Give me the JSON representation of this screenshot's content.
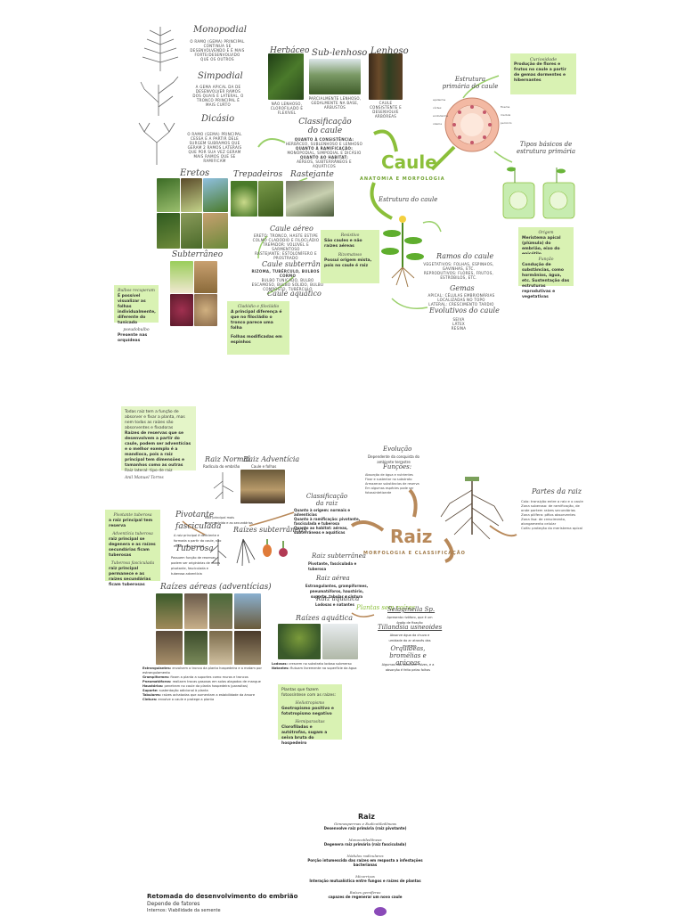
{
  "caule": {
    "central_title": "Caule",
    "central_subtitle": "ANATOMIA E MORFOLOGIA",
    "branching": {
      "monopodial": {
        "title": "Monopodial",
        "desc": "O RAMO (GEMA) PRINCIPAL CONTINUA SE DESENVOLVENDO E É MAIS FORTE/DESENVOLVIDO QUE OS OUTROS"
      },
      "simpodial": {
        "title": "Simpodial",
        "desc": "A GEMA APICAL DA DE DESENVOLVER RAMOS DOS QUAIS É LATERAL. O TRONCO PRINCIPAL É MAIS CURTO"
      },
      "dicasio": {
        "title": "Dicásio",
        "desc": "O RAMO (GEMA) PRINCIPAL CESSA E A PARTIR DELE SURGEM SUBRAMOS QUE GERAM 2 RAMOS LATERAIS QUE POR SUA VEZ GERAM MAIS RAMOS QUE SE RAMIFICAM"
      }
    },
    "consistency": [
      {
        "title": "Herbáceo",
        "caption": "NÃO LENHOSO, CLOROFILADO E FLEXÍVEL"
      },
      {
        "title": "Sub-lenhoso",
        "caption": "PARCIALMENTE LENHOSO, GEDALMENTE NA BASE, ARBUSTOS"
      },
      {
        "title": "Lenhoso",
        "caption": "CAULE CONSISTENTE E DESENVOLVE ARBÓREAS"
      }
    ],
    "classificacao": {
      "title": "Classificação do caule",
      "lines": [
        "QUANTO À CONSISTÊNCIA:",
        "HERBÁCEO, SUBLENHOSO E LENHOSO",
        "QUANTO À RAMIFICAÇÃO:",
        "MONOPODIAL, SIMPODIAL E DICÁSIO",
        "QUANTO AO HABITAT:",
        "AÉREOS, SUBTERRÂNEOS E AQUÁTICOS"
      ]
    },
    "aerial_groups": [
      {
        "title": "Eretos"
      },
      {
        "title": "Trepadeiros"
      },
      {
        "title": "Rastejante"
      },
      {
        "title": "Subterrâneo"
      }
    ],
    "caule_aereo": {
      "title": "Caule aéreo",
      "lines": [
        "ERETO: TRONCO, HASTE ESTIPE COLMO CLADÓDIO E FILOCLÁDIO",
        "TREPADOR: VOLÚVEL E SARMENTOSO",
        "RASTEJANTE: ESTOLONÍFERO E PROSTRADO"
      ]
    },
    "caule_subterraneo": {
      "title": "Caule subterrâneo",
      "lines": [
        "RIZOMA, TUBÉRCULO, BULBOS E CORMO",
        "BULBO TUNICADO, BULBO ESCAMOSO, BULBO SÓLIDO, BULBO COMPOSTO, TUBÉRCULO"
      ]
    },
    "caule_aquatico": {
      "title": "Caule aquático"
    },
    "estrutura_primaria": {
      "title": "Estrutura primária do caule",
      "labels": [
        "epiderme",
        "córtex",
        "endoderme",
        "xilema",
        "floema",
        "medula",
        "periciclo"
      ]
    },
    "tipos_basicos": {
      "title": "Tipos básicos de estrutura primária"
    },
    "estrutura_do_caule": {
      "title": "Estrutura do caule"
    },
    "ramos": {
      "title": "Ramos do caule",
      "lines": [
        "VEGETATIVOS: FOLHAS, ESPINHOS, GAVINHAS, ETC.",
        "REPRODUTIVOS: FLORES, FRUTOS, ESTRÓBILOS, ETC."
      ]
    },
    "gemas": {
      "title": "Gemas",
      "lines": [
        "APICAL: CÉLULAS EMBRIONÁRIAS LOCALIZADAS NO TOPO",
        "LATERAL: CRESCIMENTO TARDIO"
      ]
    },
    "evolutivos": {
      "title": "Evolutivos do caule",
      "lines": [
        "SEIVA",
        "LÁTEX",
        "RESINA"
      ]
    },
    "notes": {
      "curiosidade": {
        "title": "Curiosidade",
        "text": "Produção de flores e frutos no caule a partir de gemas dormentes e hibernantes"
      },
      "origem": {
        "title": "Origem",
        "text": "Meristema apical (plúmula) do embrião, eixo do epicótilo"
      },
      "funcao": {
        "title": "Função",
        "text": "Condução de substâncias, como hormônios, água, etc. Sustentação das estruturas reprodutivas e vegetativas"
      },
      "resistivo": {
        "title": "Resistivo",
        "text": "São caules e não raízes aéreas",
        "title2": "Rizomatoso",
        "text2": "Possui origem mista, pois no caule é raiz"
      },
      "cladodios": {
        "title": "Cladódio e filocládio",
        "text": "A principal diferença é que no filocládio o tronco parece uma folha",
        "text2": "Folhas modificadas em espinhos"
      },
      "reserva": {
        "title": "Bulbos recuperam",
        "text": "É possível visualizar as folhas individualmente, diferente do tunicado",
        "title2": "pseudobulbo",
        "text2": "Presente nas orquídeas"
      }
    }
  },
  "raiz": {
    "central_title": "Raiz",
    "central_subtitle": "MORFOLOGIA E CLASSIFICAÇÃO",
    "top_note": {
      "text": "Todas raiz tem a função de absorver e fixar a planta, mas nem todas as raízes são absorventes e fixadoras",
      "bold": "Raízes de reservas que se desenvolvem a partir do caule, podem ser adventícias e o melhor exemplo é a mandioca, pois a raiz principal tem dimensões e tamanhos como as outras",
      "extra": "Raiz lateral: tipo de raiz",
      "signature": "Anil Manuel Torres"
    },
    "evolucao": {
      "title": "Evolução",
      "text": "Dependente da conquista do ambiente terrestre"
    },
    "funcoes": {
      "title": "Funções:",
      "items": [
        "Absorção de água e nutrientes",
        "Fixar e sustentar no substrato",
        "Armazenar substâncias de reserva",
        "Em algumas espécies pode ser fotossintetizante"
      ]
    },
    "partes": {
      "title": "Partes da raiz",
      "lines": [
        "Colo: transição entre a raiz e o caule",
        "Zona suberosa: de ramificação, de onde partem raízes secundárias",
        "Zona pilífera: pêlos absorventes",
        "Zona lisa: de crescimento, alongamento celular",
        "Coifa: proteção do meristema apical"
      ]
    },
    "raiz_normal": {
      "title": "Raiz Normal",
      "caption": "Radícula do embrião"
    },
    "raiz_adventicia": {
      "title": "Raiz Adventícia",
      "caption": "Caule e folhas"
    },
    "classificacao": {
      "title": "Classificação da raiz",
      "lines": [
        "Quanto à origem: normais e adventícias",
        "Quanto à ramificação: pivotante, fasciculada e tuberosa",
        "Quanto ao habitat: aéreas, subterrâneas e aquáticas"
      ]
    },
    "pivotante": {
      "title": "Pivotante",
      "text": "Raiz principal mais desenvolvida e as secundárias"
    },
    "fasciculada": {
      "title": "fasciculada",
      "text": "A raiz principal é deficiente e formada a partir do caule, não existe raiz principal"
    },
    "tuberosa": {
      "title": "Tuberosa",
      "text": "Possuem função de reservas, podem ser originárias de raízes pivotante, fasciculada e tuberosa adventícia"
    },
    "subterraneas_title": "Raízes subterrâneas",
    "subterraneas": {
      "title": "Raiz subterrânea",
      "lines": [
        "Pivotante, fasciculada e tuberosa"
      ]
    },
    "aerea": {
      "title": "Raiz aérea",
      "lines": [
        "Estrangulantes, grampiformes, pneumatóforos, haustório, suporte, tabular e cintura"
      ]
    },
    "aquatica": {
      "title": "Raiz aquática",
      "lines": [
        "Lodosas e natantes"
      ]
    },
    "plantas_sem_raizes": "Plantas sem raízes",
    "aereas_title": "Raízes aéreas (adventícias)",
    "aquaticas_title": "Raízes aquática",
    "sem_raiz_items": [
      {
        "title": "Selaginella Sp.",
        "text": "Apresenta rizóforo, que é um órgão de fixação"
      },
      {
        "title": "Tillandsia usneoides",
        "text": "Absorve água da chuva e umidade do ar através das escamas"
      },
      {
        "title": "Orquídeas, bromélias e aráceas",
        "text": "Algumas não possuem raízes, e a absorção é feita pelas folhas"
      }
    ],
    "aerial_defs": [
      {
        "term": "Estrangulantes:",
        "def": "envolvem o tronco da planta hospedeira e a matam por estrangulamento"
      },
      {
        "term": "Grampiformes:",
        "def": "fixam a planta a suportes como muros e troncos"
      },
      {
        "term": "Pneumatóforos:",
        "def": "realizam trocas gasosas em solos alagados de mangue"
      },
      {
        "term": "Haustórios:",
        "def": "penetram no caule da planta hospedeira (parasitas)"
      },
      {
        "term": "Suporte:",
        "def": "sustentação adicional à planta"
      },
      {
        "term": "Tabulares:",
        "def": "raízes achatadas que aumentam a estabilidade da árvore"
      },
      {
        "term": "Cintura:",
        "def": "envolve o caule e protege a planta"
      }
    ],
    "aquatic_defs": [
      {
        "term": "Lodosas:",
        "def": "crescem no substrato lodoso submerso"
      },
      {
        "term": "Natantes:",
        "def": "flutuam livremente na superfície da água"
      }
    ],
    "notes": {
      "pivotante_note": {
        "title": "Pivotante tuberosa",
        "text": "a raiz principal tem reserva"
      },
      "adventicia_note": {
        "title": "Adventícia tuberosa",
        "text": "raiz principal se degenera e as raízes secundárias ficam tuberosas"
      },
      "fasc_note": {
        "title": "Tuberosa fasciculada",
        "text": "raiz principal permanece e as raízes secundárias ficam tuberosas"
      },
      "bottom_note": {
        "intro": "Plantas que fazem fotossíntese com as raízes:",
        "title1": "Heliotropismo",
        "text1": "Geotropismo positivo e fototropismo negativo",
        "title2": "Hemiparasitas",
        "text2": "Clorofiladas e autótrofas, sugam a seiva bruta do hospedeiro"
      }
    }
  },
  "bottom": {
    "title": "Raiz",
    "items": [
      {
        "label": "Gimnospermas e Eudicotiledôneas",
        "desc": "Desenvolve raiz primária (raiz pivotante)"
      },
      {
        "label": "Monocotiledôneas",
        "desc": "Degenera raiz primária (raiz fasciculada)"
      },
      {
        "label": "Nódulos radiculares",
        "desc": "Porção intumescida das raízes em resposta a infestações bacterianas"
      },
      {
        "label": "Micorrizas",
        "desc": "Interação mutualística entre fungos e raízes de plantas"
      },
      {
        "label": "Raízes gemíferas",
        "desc": "capazes de regenerar um novo caule"
      }
    ],
    "embryo": {
      "title": "Retomada do desenvolvimento do embrião",
      "line1": "Depende de fatores",
      "line2": "Internos: Viabilidade da semente"
    }
  },
  "colors": {
    "accent_green": "#8bbf3a",
    "note_bg": "#d9f2b3",
    "raiz_brown": "#b8895a"
  }
}
